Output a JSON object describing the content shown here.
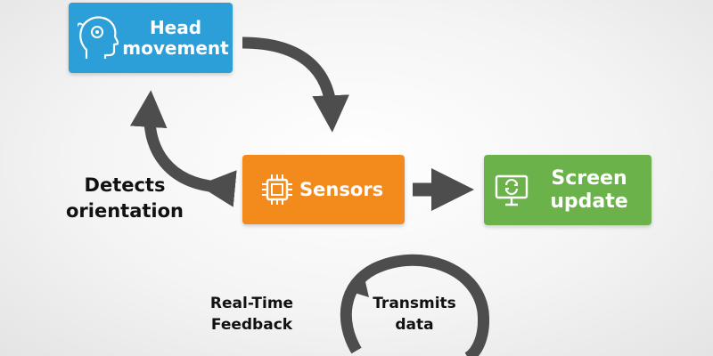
{
  "nodes": {
    "head_movement": {
      "label_line1": "Head",
      "label_line2": "movement",
      "icon": "head-gears-icon",
      "color": "#2c9ed8"
    },
    "sensors": {
      "label": "Sensors",
      "icon": "chip-icon",
      "color": "#f28a1c"
    },
    "screen_update": {
      "label_line1": "Screen",
      "label_line2": "update",
      "icon": "monitor-refresh-icon",
      "color": "#6cb24a"
    }
  },
  "captions": {
    "detects": {
      "line1": "Detects",
      "line2": "orientation"
    },
    "realtime": {
      "line1": "Real-Time",
      "line2": "Feedback"
    },
    "transmits": {
      "line1": "Transmits",
      "line2": "data"
    }
  },
  "arrow_color": "#4d4d4d"
}
